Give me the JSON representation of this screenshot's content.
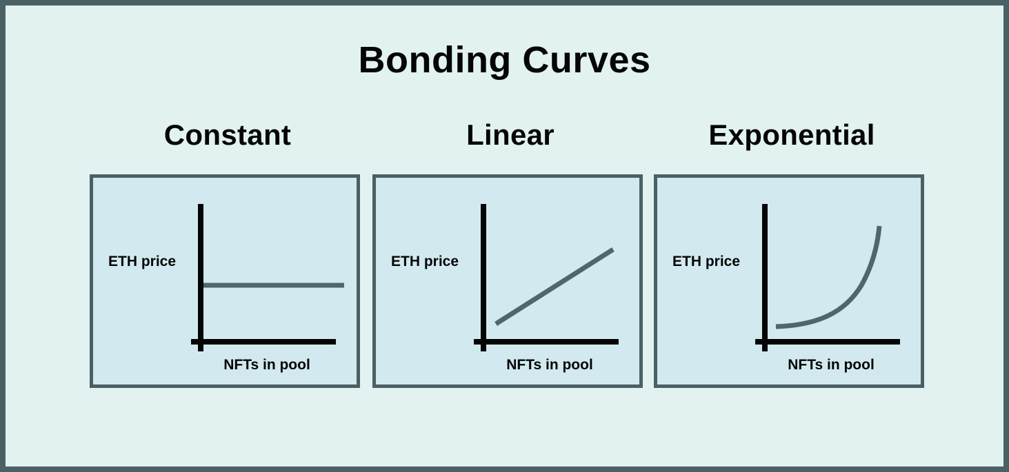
{
  "page": {
    "title": "Bonding Curves",
    "background_color": "#e1f2f0",
    "border_color": "#4a6065",
    "panel_fill_color": "#d2e9ef",
    "curve_color": "#4e676c",
    "axis_color": "#050505"
  },
  "panels": [
    {
      "heading": "Constant",
      "y_label": "ETH price",
      "x_label": "NFTs in pool"
    },
    {
      "heading": "Linear",
      "y_label": "ETH price",
      "x_label": "NFTs in pool"
    },
    {
      "heading": "Exponential",
      "y_label": "ETH price",
      "x_label": "NFTs in pool"
    }
  ],
  "chart_data": [
    {
      "type": "line",
      "title": "Constant",
      "xlabel": "NFTs in pool",
      "ylabel": "ETH price",
      "xlim": [
        0,
        10
      ],
      "ylim": [
        0,
        10
      ],
      "grid": false,
      "legend": "none",
      "ticks": [],
      "x": [
        0.2,
        10
      ],
      "values": [
        4.2,
        4.2
      ],
      "shape_note": "flat horizontal line; price independent of pool size"
    },
    {
      "type": "line",
      "title": "Linear",
      "xlabel": "NFTs in pool",
      "ylabel": "ETH price",
      "xlim": [
        0,
        10
      ],
      "ylim": [
        0,
        10
      ],
      "grid": false,
      "legend": "none",
      "ticks": [],
      "x": [
        1.2,
        9.6
      ],
      "values": [
        1.3,
        6.6
      ],
      "shape_note": "straight rising line; price grows at a constant rate"
    },
    {
      "type": "line",
      "title": "Exponential",
      "xlabel": "NFTs in pool",
      "ylabel": "ETH price",
      "xlim": [
        0,
        10
      ],
      "ylim": [
        0,
        10
      ],
      "grid": false,
      "legend": "none",
      "ticks": [],
      "x": [
        1.0,
        2.5,
        4.0,
        5.5,
        6.5,
        7.4,
        8.0
      ],
      "values": [
        1.1,
        1.3,
        1.8,
        2.9,
        4.2,
        6.2,
        7.9
      ],
      "shape_note": "J-shaped curve; price accelerates upward as pool grows"
    }
  ]
}
